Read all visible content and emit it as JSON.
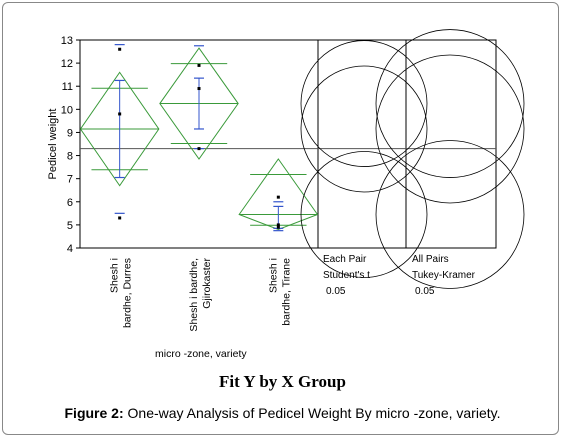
{
  "figure": {
    "title": "Fit Y by X Group",
    "caption_label": "Figure 2:",
    "caption_text": "One-way Analysis of Pedicel Weight By micro -zone, variety."
  },
  "chart_data": {
    "type": "means-diamond",
    "ylabel": "Pedicel weight",
    "xlabel": "micro -zone, variety",
    "ylim": [
      4,
      13
    ],
    "yticks": [
      4,
      5,
      6,
      7,
      8,
      9,
      10,
      11,
      12,
      13
    ],
    "grand_mean": 8.3,
    "groups": [
      {
        "label_lines": [
          "Shesh i",
          "bardhe, Durres"
        ],
        "mean": 9.15,
        "ci_low": 6.7,
        "ci_high": 11.6,
        "sd_low": 7.05,
        "sd_high": 11.25,
        "q_low": 5.5,
        "q_high": 12.8,
        "points": [
          5.3,
          9.8,
          12.6
        ]
      },
      {
        "label_lines": [
          "Shesh i bardhe,",
          "Gjirokaster"
        ],
        "mean": 10.25,
        "ci_low": 7.85,
        "ci_high": 12.65,
        "sd_low": 9.15,
        "sd_high": 11.35,
        "q_low": 8.3,
        "q_high": 12.75,
        "points": [
          8.3,
          10.9,
          11.9
        ]
      },
      {
        "label_lines": [
          "Shesh i",
          "bardhe, Tirane"
        ],
        "mean": 5.45,
        "ci_low": 4.8,
        "ci_high": 7.85,
        "sd_low": 4.85,
        "sd_high": 5.8,
        "q_low": 4.75,
        "q_high": 6.0,
        "points": [
          4.9,
          5.0,
          6.2
        ]
      }
    ],
    "comparison_panels": [
      {
        "lines": [
          "Each Pair",
          "Student's t",
          "0.05"
        ]
      },
      {
        "lines": [
          "All Pairs",
          "Tukey-Kramer",
          "0.05"
        ]
      }
    ],
    "comparison_circles": {
      "each_pair": [
        {
          "center": 9.15
        },
        {
          "center": 10.25
        },
        {
          "center": 5.45
        }
      ],
      "all_pairs": [
        {
          "center": 9.15
        },
        {
          "center": 10.25
        },
        {
          "center": 5.45
        }
      ]
    },
    "colors": {
      "diamond": "#3a9a3a",
      "ci": "#3355cc",
      "mean_line": "#555555"
    }
  }
}
